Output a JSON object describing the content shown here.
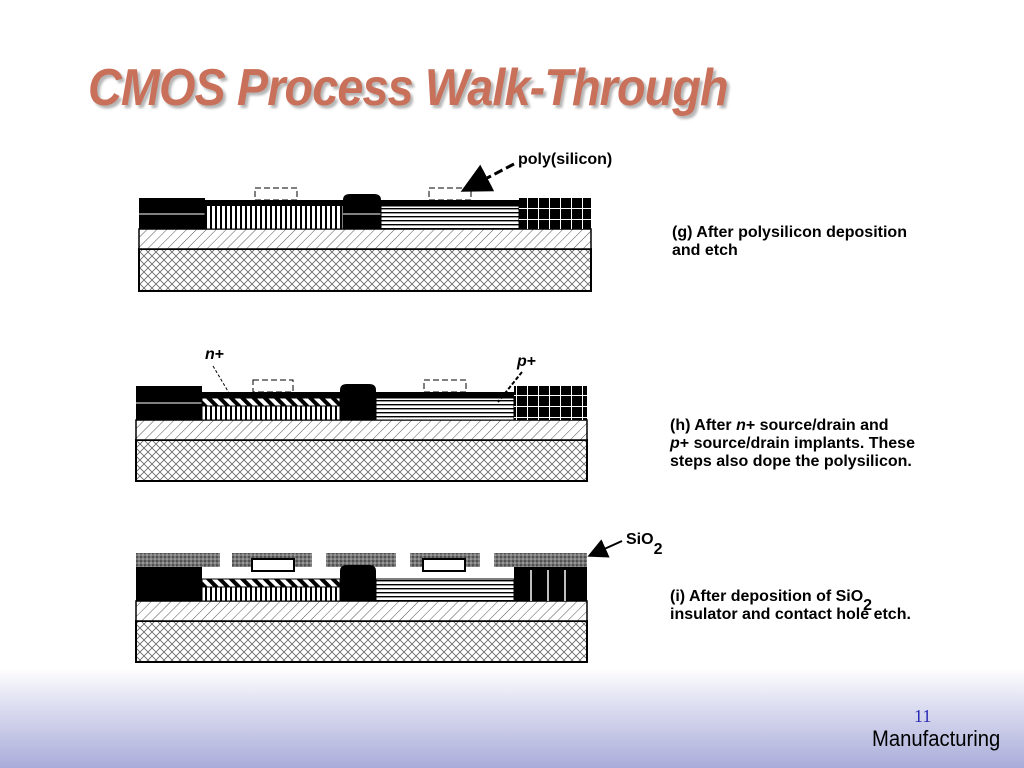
{
  "slide": {
    "title": "CMOS Process Walk-Through",
    "page_number": "11",
    "section": "Manufacturing"
  },
  "labels": {
    "poly": "poly(silicon)",
    "n_plus_letter": "n",
    "p_plus_letter": "p",
    "plus_sign": "+",
    "sio_base": "SiO",
    "sio_sub": "2"
  },
  "captions": {
    "g_line1": "(g) After polysilicon deposition",
    "g_line2": "and etch",
    "h_prefix": "(h) After ",
    "h_n": "n",
    "h_plus": "+",
    "h_line1_rest": " source/drain and",
    "h_p": "p",
    "h_line2_rest": " source/drain implants. These",
    "h_line3": "steps also dope the polysilicon.",
    "i_line1": "(i) After deposition of SiO",
    "i_sub": "2",
    "i_line2": "insulator and contact hole etch."
  },
  "colors": {
    "title": "#c8705a",
    "page_number": "#2a2ab5",
    "band": "#a9acd9"
  }
}
